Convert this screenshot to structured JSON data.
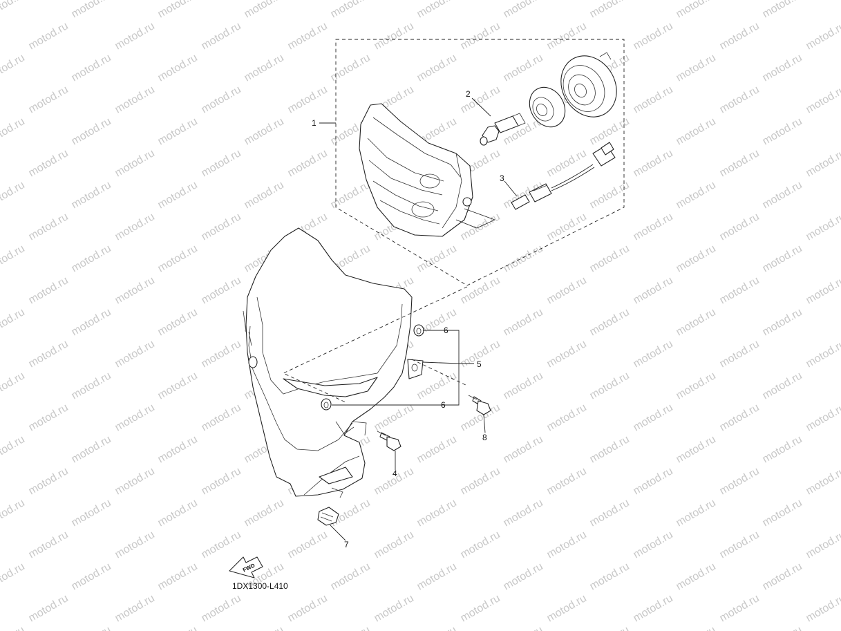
{
  "watermark": "motod.ru",
  "diagram_code": "1DX1300-L410",
  "fwd_label": "FWD",
  "callouts": [
    {
      "id": "callout-1",
      "label": "1"
    },
    {
      "id": "callout-2",
      "label": "2"
    },
    {
      "id": "callout-3",
      "label": "3"
    },
    {
      "id": "callout-4",
      "label": "4"
    },
    {
      "id": "callout-5",
      "label": "5"
    },
    {
      "id": "callout-6a",
      "label": "6"
    },
    {
      "id": "callout-6b",
      "label": "6"
    },
    {
      "id": "callout-7",
      "label": "7"
    },
    {
      "id": "callout-8",
      "label": "8"
    }
  ],
  "colors": {
    "line": "#222222",
    "watermark": "#c8c8c8",
    "background": "#ffffff"
  }
}
